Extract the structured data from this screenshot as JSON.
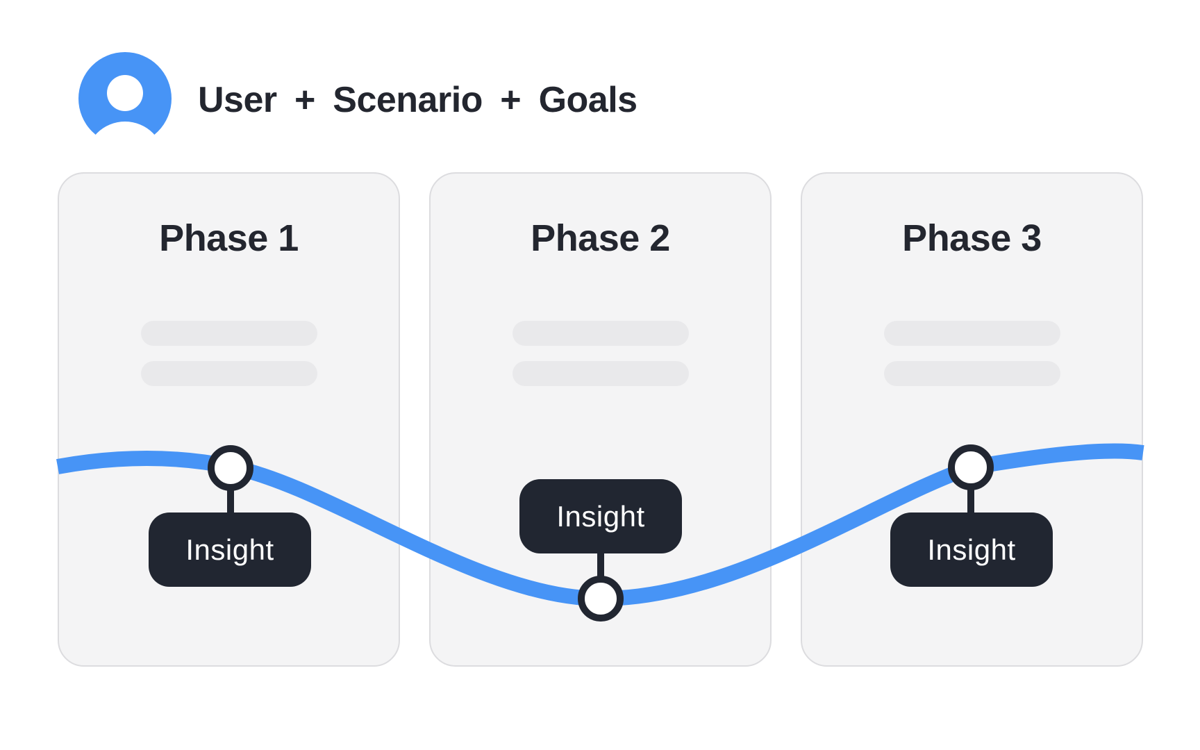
{
  "header": {
    "icon": "user-avatar-icon",
    "title": "User + Scenario + Goals"
  },
  "cards": [
    {
      "title": "Phase 1",
      "insight_label": "Insight",
      "insight_position": "below-marker"
    },
    {
      "title": "Phase 2",
      "insight_label": "Insight",
      "insight_position": "above-marker"
    },
    {
      "title": "Phase 3",
      "insight_label": "Insight",
      "insight_position": "below-marker"
    }
  ],
  "journey_curve": {
    "description": "blue wave crossing all three phase cards with a marker dot per phase",
    "marker_count": 3
  },
  "colors": {
    "accent_blue": "#4794f6",
    "badge_dark": "#212631",
    "text_dark": "#23262f",
    "card_background": "#f4f4f5",
    "card_border": "#dcdcdf",
    "skeleton_bar": "#e9e9eb",
    "background": "#ffffff"
  }
}
